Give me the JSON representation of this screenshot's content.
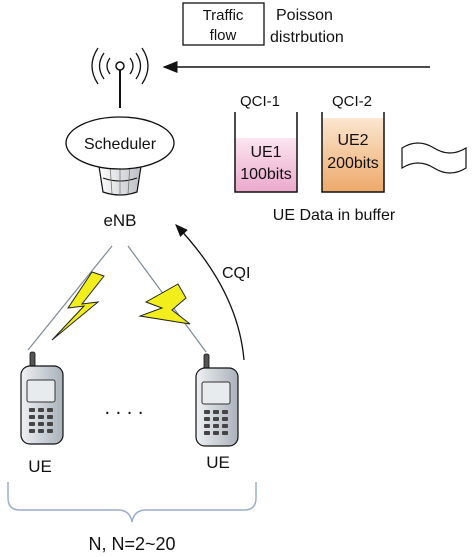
{
  "traffic": {
    "box_line1": "Traffic",
    "box_line2": "flow",
    "dist_line1": "Poisson",
    "dist_line2": "distrbution"
  },
  "enb": {
    "scheduler_label": "Scheduler",
    "label": "eNB"
  },
  "buffer": {
    "qci1": "QCI-1",
    "qci2": "QCI-2",
    "ue1_line1": "UE1",
    "ue1_line2": "100bits",
    "ue2_line1": "UE2",
    "ue2_line2": "200bits",
    "caption": "UE Data in buffer"
  },
  "links": {
    "cqi_label": "CQI"
  },
  "ues": {
    "left_label": "UE",
    "right_label": "UE",
    "ellipsis": ". . . .",
    "count_label": "N, N=2~20"
  },
  "colors": {
    "ue1_fill": "#f3c6de",
    "ue2_fill": "#f5cfa8",
    "lightning": "#f2ee1c",
    "phone_body": "#cdd3da"
  }
}
